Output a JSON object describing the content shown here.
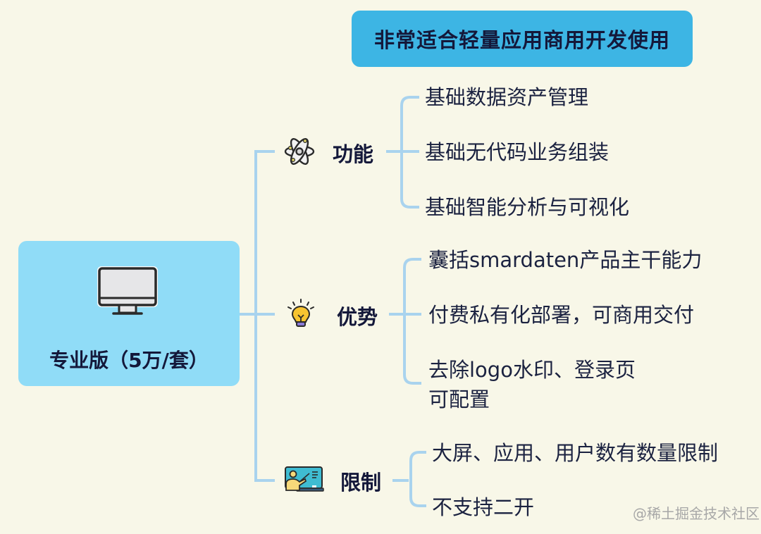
{
  "banner": {
    "text": "非常适合轻量应用商用开发使用"
  },
  "root": {
    "icon": "monitor-icon",
    "label": "专业版（5万/套）"
  },
  "branches": [
    {
      "icon": "atom-icon",
      "label": "功能",
      "leaves": [
        "基础数据资产管理",
        "基础无代码业务组装",
        "基础智能分析与可视化"
      ]
    },
    {
      "icon": "lightbulb-icon",
      "label": "优势",
      "leaves": [
        "囊括smardaten产品主干能力",
        "付费私有化部署，可商用交付",
        "去除logo水印、登录页",
        "可配置"
      ]
    },
    {
      "icon": "teacher-presentation-icon",
      "label": "限制",
      "leaves": [
        "大屏、应用、用户数有数量限制",
        "不支持二开"
      ]
    }
  ],
  "watermark": "@稀土掘金技术社区",
  "colors": {
    "background": "#f8f7e8",
    "banner": "#3db5e4",
    "root": "#90dcf7",
    "connector": "#a9d3ee",
    "text": "#1b2240"
  }
}
